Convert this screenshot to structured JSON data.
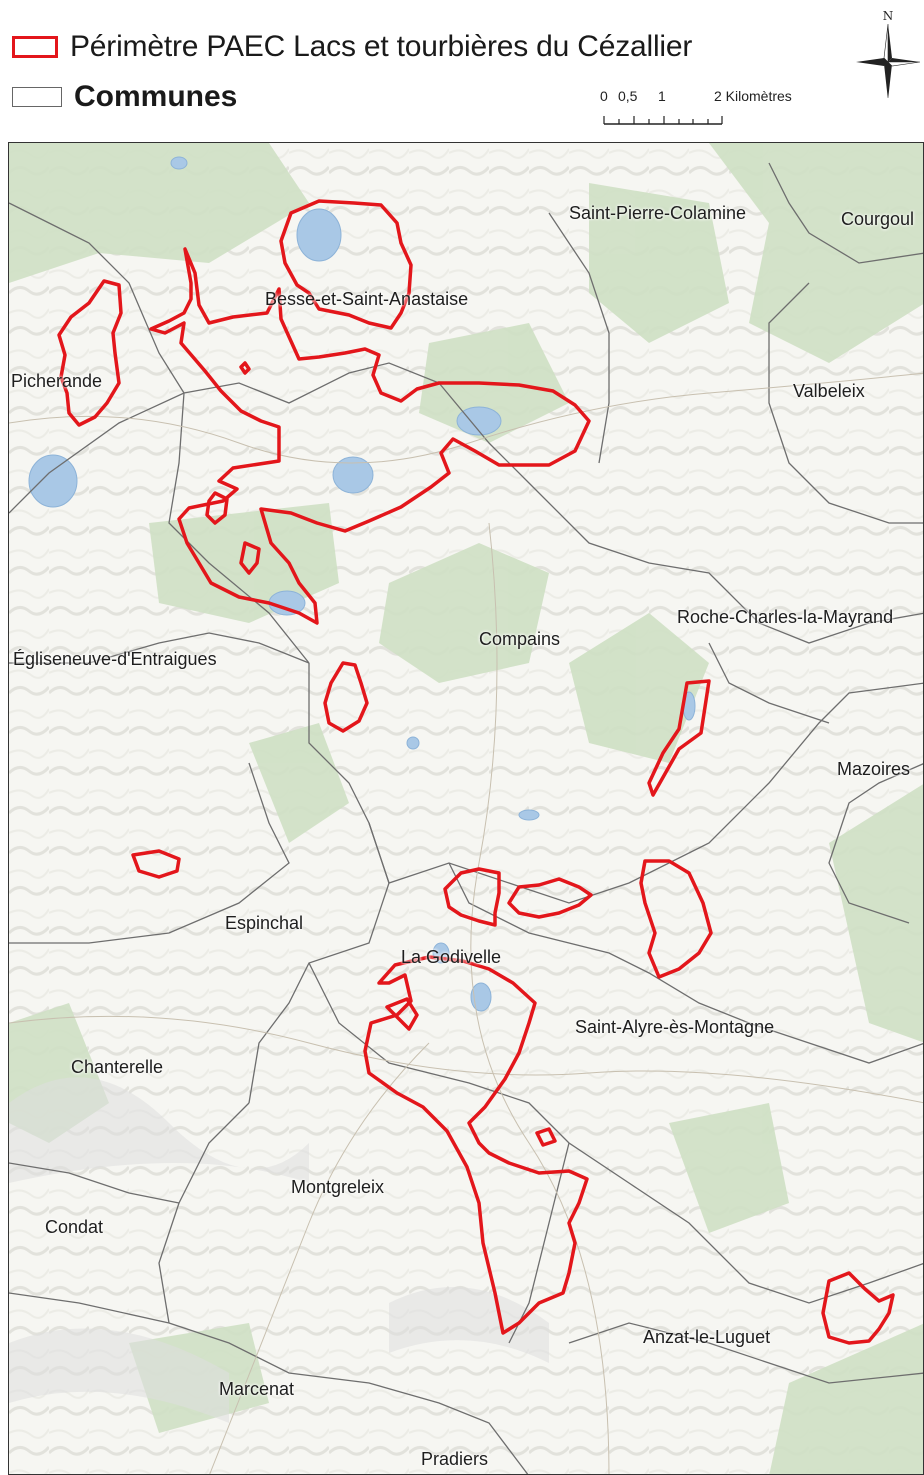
{
  "legend": {
    "paec_label": "Périmètre PAEC Lacs et tourbières du Cézallier",
    "communes_label": "Communes"
  },
  "scale_bar": {
    "ticks": [
      "0",
      "0,5",
      "1",
      "2 Kilomètres"
    ]
  },
  "north_arrow": {
    "label": "N"
  },
  "colors": {
    "perimeter": "#e3161b",
    "commune_border": "#6e6e6e",
    "lake": "#a9c8e6",
    "forest": "#cfe0c4",
    "relief": "#eeeeee",
    "background": "#f6f6f2"
  },
  "communes": [
    "Saint-Pierre-Colamine",
    "Courgoul",
    "Besse-et-Saint-Anastaise",
    "Picherande",
    "Valbeleix",
    "Roche-Charles-la-Mayrand",
    "Compains",
    "Égliseneuve-d'Entraigues",
    "Mazoires",
    "Espinchal",
    "La Godivelle",
    "Saint-Alyre-ès-Montagne",
    "Chanterelle",
    "Montgreleix",
    "Condat",
    "Anzat-le-Luguet",
    "Marcenat",
    "Pradiers"
  ]
}
